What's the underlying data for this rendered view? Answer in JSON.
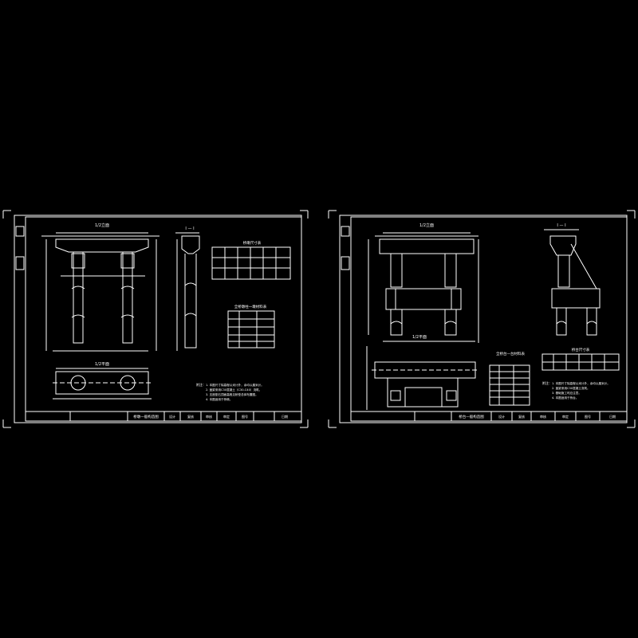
{
  "sheets": [
    {
      "id": "sheet-left",
      "view_labels": {
        "elevation": "1/2立面",
        "section": "I — I",
        "plan": "1/2平面"
      },
      "notes_heading": "附注：",
      "notes": [
        "1. 本图尺寸除高程以米计外，余均以厘米计。",
        "2. 盖梁采用C30混凝土（C30-C40）浇筑。",
        "3. 支座垫石顶面高程见桥型总体布置图。",
        "4. 本图适用于桥墩。"
      ],
      "table1_title": "桥墩尺寸表",
      "table2_title": "全桥墩柱一墩材料表",
      "title_block": [
        "桥墩一般构造图",
        "设计",
        "复核",
        "审核",
        "审定",
        "图号",
        "日期"
      ]
    },
    {
      "id": "sheet-right",
      "view_labels": {
        "elevation": "1/2立面",
        "section": "I — I",
        "plan": "1/2平面"
      },
      "notes_heading": "附注：",
      "notes": [
        "1. 本图尺寸除高程以米计外，余均以厘米计。",
        "2. 盖梁采用C30混凝土浇筑。",
        "3. 基础施工时应注意。",
        "4. 本图适用于桥台。"
      ],
      "table1_title": "桥台尺寸表",
      "table2_title": "全桥台一台材料表",
      "title_block": [
        "桥台一般构造图",
        "设计",
        "复核",
        "审核",
        "审定",
        "图号",
        "日期"
      ]
    }
  ],
  "colors": {
    "background": "#000000",
    "linework": "#ffffff"
  }
}
